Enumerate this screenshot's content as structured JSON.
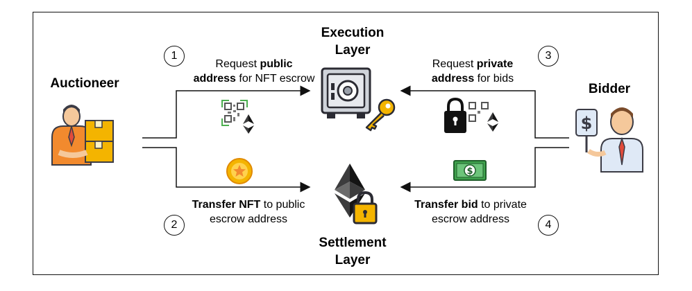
{
  "actors": {
    "left": "Auctioneer",
    "right": "Bidder"
  },
  "layers": {
    "execution": [
      "Execution",
      "Layer"
    ],
    "settlement": [
      "Settlement",
      "Layer"
    ]
  },
  "steps": [
    {
      "num": "1",
      "line1": [
        "Request ",
        "public"
      ],
      "line2": [
        "address",
        " for NFT escrow"
      ]
    },
    {
      "num": "2",
      "line1": [
        "Transfer NFT",
        " to public"
      ],
      "line2": [
        "",
        "escrow address"
      ]
    },
    {
      "num": "3",
      "line1": [
        "Request ",
        "private"
      ],
      "line2": [
        "address",
        " for bids"
      ]
    },
    {
      "num": "4",
      "line1": [
        "Transfer bid",
        " to private"
      ],
      "line2": [
        "",
        "escrow address"
      ]
    }
  ],
  "icons": {
    "auctioneer": "auctioneer-icon",
    "bidder": "bidder-icon",
    "safe": "vault-safe-icon",
    "key": "key-icon",
    "qr_public": "qr-code-ethereum-icon",
    "qr_private": "locked-qr-code-ethereum-icon",
    "coin": "nft-coin-icon",
    "cash": "dollar-bill-icon",
    "eth_lock": "ethereum-lock-icon"
  },
  "colors": {
    "orange": "#f28a2e",
    "skin": "#f5c89b",
    "dark": "#3b3b45",
    "gold": "#f4b400",
    "cash": "#3fa34d"
  }
}
